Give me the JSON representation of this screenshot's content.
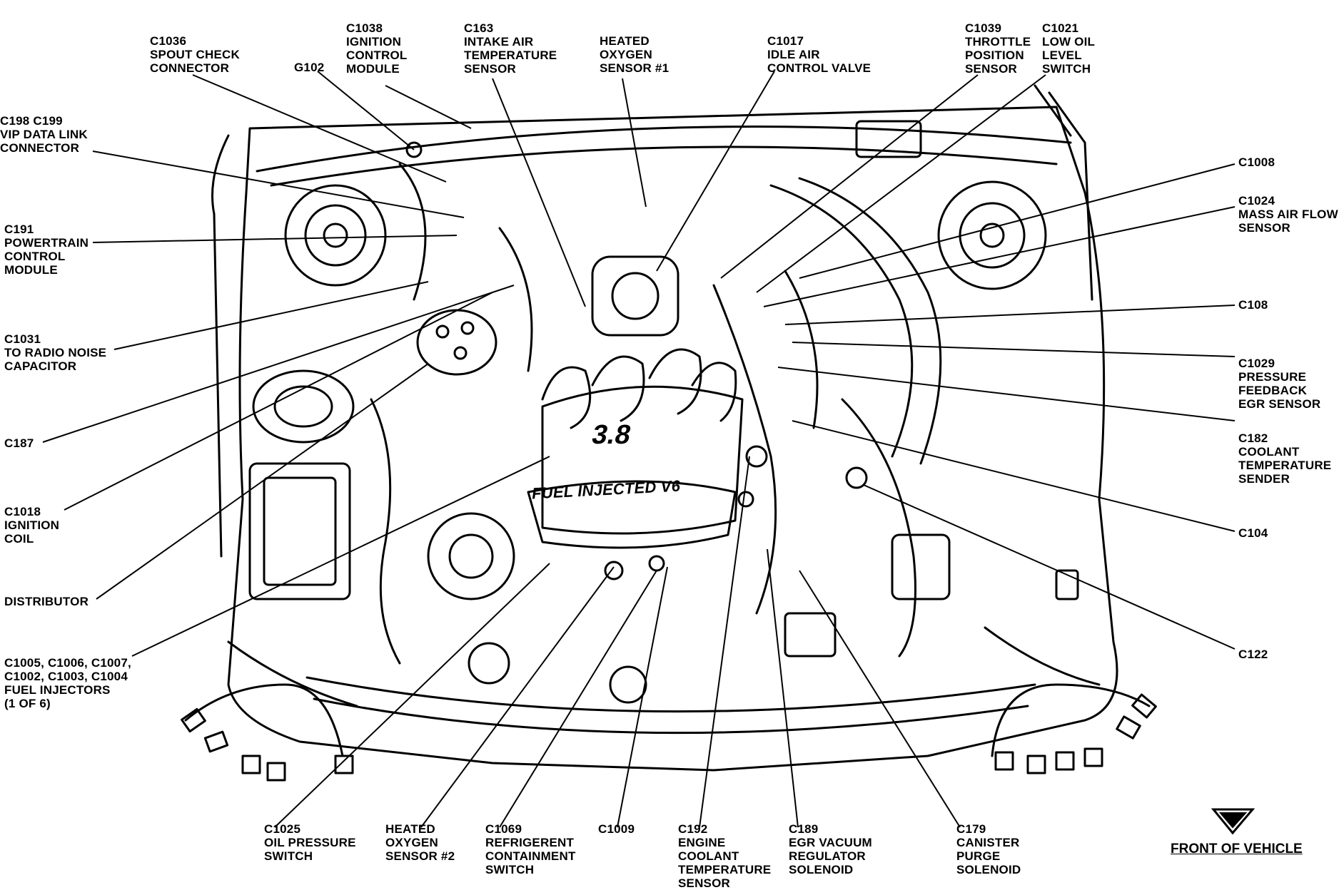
{
  "labels": {
    "c1036": [
      "C1036",
      "SPOUT CHECK",
      "CONNECTOR"
    ],
    "g102": [
      "G102"
    ],
    "c1038": [
      "C1038",
      "IGNITION",
      "CONTROL",
      "MODULE"
    ],
    "c163": [
      "C163",
      "INTAKE AIR",
      "TEMPERATURE",
      "SENSOR"
    ],
    "heated_o2_1": [
      "HEATED",
      "OXYGEN",
      "SENSOR #1"
    ],
    "c1017": [
      "C1017",
      "IDLE AIR",
      "CONTROL VALVE"
    ],
    "c1039": [
      "C1039",
      "THROTTLE",
      "POSITION",
      "SENSOR"
    ],
    "c1021": [
      "C1021",
      "LOW OIL",
      "LEVEL",
      "SWITCH"
    ],
    "c198": [
      "C198 C199",
      "VIP DATA LINK",
      "CONNECTOR"
    ],
    "c191": [
      "C191",
      "POWERTRAIN",
      "CONTROL",
      "MODULE"
    ],
    "c1031": [
      "C1031",
      "TO RADIO NOISE",
      "CAPACITOR"
    ],
    "c187": [
      "C187"
    ],
    "c1018": [
      "C1018",
      "IGNITION",
      "COIL"
    ],
    "distributor": [
      "DISTRIBUTOR"
    ],
    "injectors": [
      "C1005, C1006, C1007,",
      "C1002, C1003, C1004",
      "FUEL INJECTORS",
      "(1 OF 6)"
    ],
    "c1008": [
      "C1008"
    ],
    "c1024": [
      "C1024",
      "MASS AIR FLOW",
      "SENSOR"
    ],
    "c108": [
      "C108"
    ],
    "c1029": [
      "C1029",
      "PRESSURE",
      "FEEDBACK",
      "EGR SENSOR"
    ],
    "c182": [
      "C182",
      "COOLANT",
      "TEMPERATURE",
      "SENDER"
    ],
    "c104": [
      "C104"
    ],
    "c122": [
      "C122"
    ],
    "c1025": [
      "C1025",
      "OIL PRESSURE",
      "SWITCH"
    ],
    "heated_o2_2": [
      "HEATED",
      "OXYGEN",
      "SENSOR #2"
    ],
    "c1069": [
      "C1069",
      "REFRIGERENT",
      "CONTAINMENT",
      "SWITCH"
    ],
    "c1009": [
      "C1009"
    ],
    "c192": [
      "C192",
      "ENGINE",
      "COOLANT",
      "TEMPERATURE",
      "SENSOR"
    ],
    "c189": [
      "C189",
      "EGR VACUUM",
      "REGULATOR",
      "SOLENOID"
    ],
    "c179": [
      "C179",
      "CANISTER",
      "PURGE",
      "SOLENOID"
    ]
  },
  "engine_text": {
    "displacement": "3.8",
    "badge": "FUEL INJECTED V6"
  },
  "front_label": "FRONT OF VEHICLE",
  "colors": {
    "ink": "#000000",
    "paper": "#ffffff"
  }
}
